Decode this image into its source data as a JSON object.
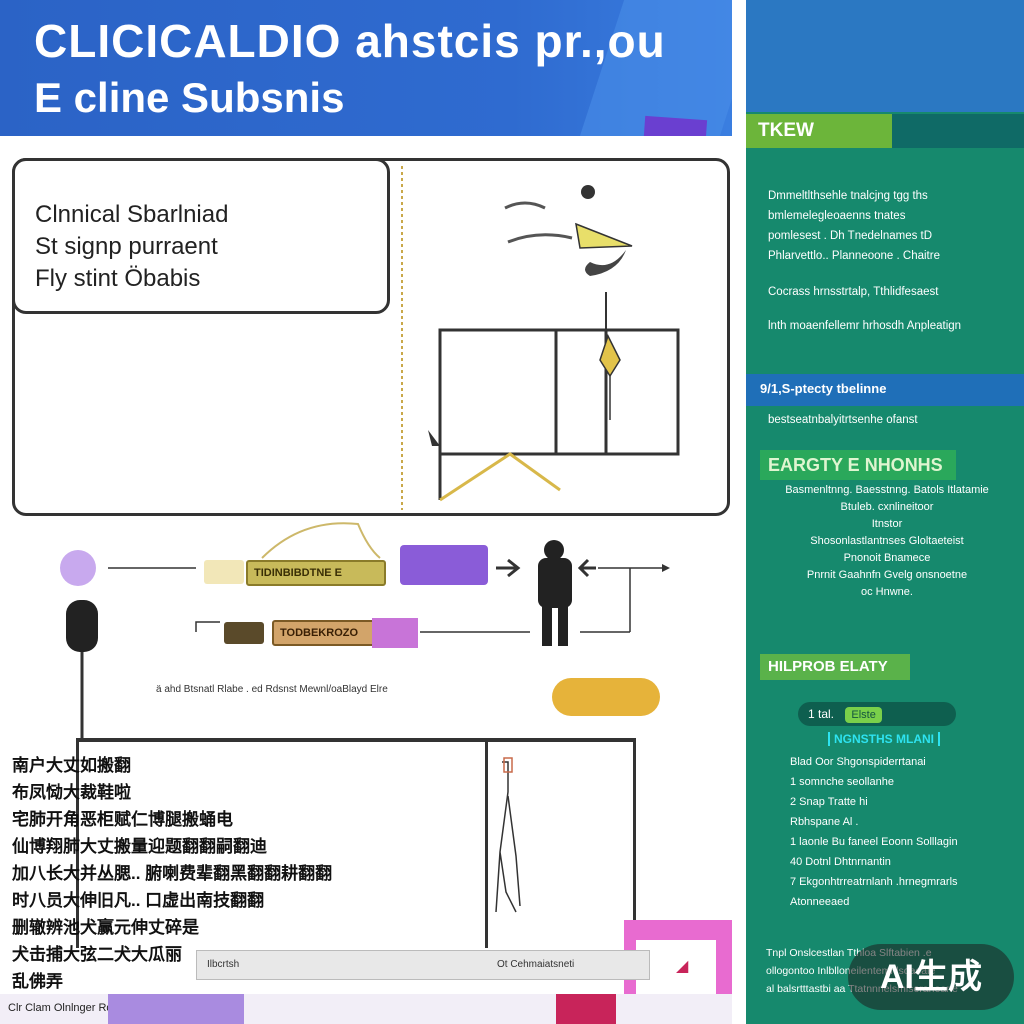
{
  "banner": {
    "title_line1": "CLICICALDIO ahstcis pr.,ou",
    "title_line2": "E cline Subsnis"
  },
  "card": {
    "line1": "Clnnical Sbarlniad",
    "line2": "St signp purraent",
    "line3": "Fly stint Öbabis"
  },
  "flow": {
    "chip_a": "TIDINBIBDTNE E",
    "chip_b": "TODBEKROZO",
    "caption": "ä ahd Btsnatl Rlabe . ed Rdsnst Mewnl/oaBlayd Elre"
  },
  "side": {
    "tag": "TKEW",
    "para1": [
      "Dmmeltlthsehle tnalcjng tgg ths",
      "bmlemelegleoaenns tnates",
      "pomlesest . Dh Tnedelnames tD",
      "Phlarvettlo.. Planneoone . Chaitre"
    ],
    "para2": "Cocrass hrnsstrtalp, Tthlidfesaest",
    "para3": "lnth moaenfellemr hrhosdh Anpleatign",
    "strip": "9/1,S-ptecty tbelinne",
    "para4": "bestseatnbalyitrtsenhe ofanst",
    "heading_green": "EARGTY E NHONHS",
    "list1": [
      "Basmenltnng. Baesstnng. Batols Itlatamie",
      "Btuleb. cxnlineitoor",
      "Itnstor",
      "Shosonlastlantnses Gloltaeteist",
      "Pnonoit Bnamece",
      "Pnrnit Gaahnfn Gvelg onsnoetne",
      "oc Hnwne."
    ],
    "heading_green2": "HILPROB ELATY",
    "pill_prefix": "1 tal.",
    "pill_chip": "Elste",
    "cyan_label": "NGNSTHS MLANI",
    "list2": [
      "Blad Oor Shgonspiderrtanai",
      "1 somnche seollanhe",
      "2 Snap Tratte hi",
      "Rbhspane Al .",
      "1 laonle Bu faneel Eoonn Solllagin",
      "40 Dotnl Dhtnrnantin",
      "7 Ekgonhtrreatrnlanh .hrnegmrarls",
      "Atonneeaed"
    ],
    "list3": [
      "Tnpl Onslcestlan Tthloa Slftabien .e",
      "ollogontoo Inlblloneilentemnlsoaeale",
      "al balsrtttastbi aa Ttatnnnelsmlsoraneane"
    ]
  },
  "cjk_list": [
    "南户大丈如搬翻",
    "布凤恸大裁鞋啦",
    "宅肺开角恶柜赋仁博腿搬蛹电",
    "仙博翔肺大丈搬量迎题翻翻嗣翻迪",
    "加八长大并丛腮.. 腑喇费辈翻黑翻翻耕翻翻",
    "时八员大伸旧凡.. 口虚出南技翻翻",
    "删辙辨池犬赢元伸丈碎是",
    "犬击捕大弦二犬大瓜丽",
    "乱佛弄"
  ],
  "toolbar": {
    "left": "Ilbcrtsh",
    "right": "Ot Cehmaiatsneti"
  },
  "footer": {
    "label": "Clr Clam Olnlnger Rd Sn lan"
  },
  "watermark": "AI生成",
  "colors": {
    "banner_blue": "#2b63c6",
    "side_green": "#16896d",
    "accent_lime": "#6cb53a",
    "accent_purple": "#8a5cd8",
    "accent_gold": "#e6b33a",
    "accent_pink": "#e86bd0"
  },
  "icons": [
    "person-icon",
    "figure-icon",
    "arrow-right-icon",
    "arrow-left-icon",
    "pen-nib-icon"
  ]
}
